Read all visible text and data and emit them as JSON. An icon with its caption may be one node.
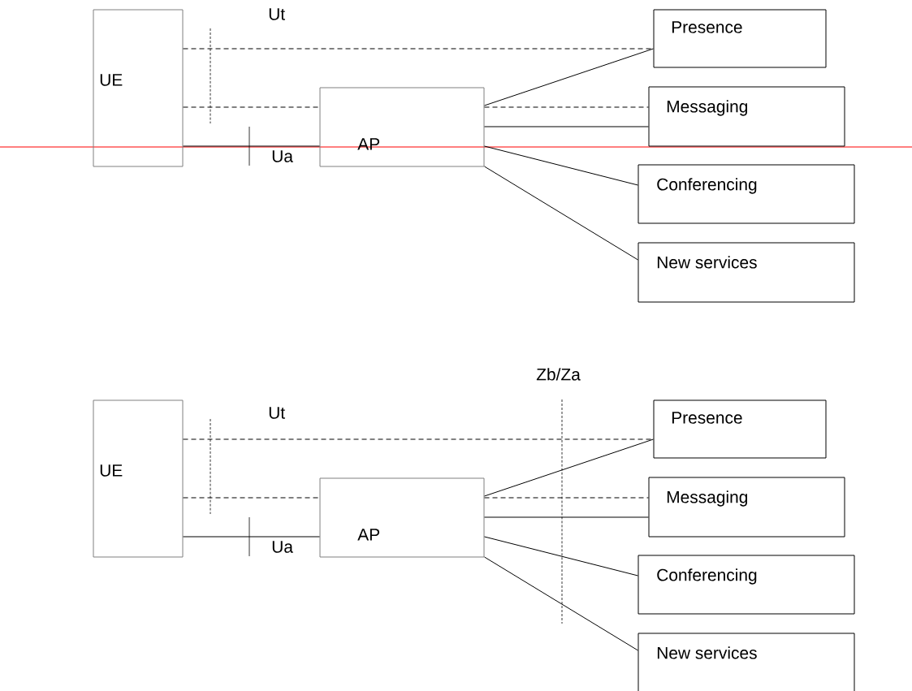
{
  "diagram": {
    "nodes": [
      {
        "text": [
          "UE"
        ]
      },
      {
        "text": [
          "AP"
        ]
      },
      {
        "text": [
          "Presence"
        ]
      },
      {
        "text": [
          "Messaging"
        ]
      },
      {
        "text": [
          "Conferencing"
        ]
      },
      {
        "text": [
          "New services"
        ]
      },
      {
        "text": [
          "UE"
        ]
      },
      {
        "text": [
          "AP"
        ]
      },
      {
        "text": [
          "Presence"
        ]
      },
      {
        "text": [
          "Messaging"
        ]
      },
      {
        "text": [
          "Conferencing"
        ]
      },
      {
        "text": [
          "New services"
        ]
      }
    ],
    "edges": [
      {
        "from": 0,
        "to": 2,
        "arrow": "none",
        "style": "dashed"
      },
      {
        "from": 0,
        "to": 1,
        "arrow": "none",
        "style": "dashed"
      },
      {
        "from": 0,
        "to": 1,
        "arrow": "none"
      },
      {
        "from": 1,
        "to": 2,
        "arrow": "none"
      },
      {
        "from": 1,
        "to": 3,
        "arrow": "none",
        "style": "dashed"
      },
      {
        "from": 1,
        "to": 3,
        "arrow": "none"
      },
      {
        "from": 1,
        "to": 4,
        "arrow": "none"
      },
      {
        "from": 1,
        "to": 5,
        "arrow": "none"
      },
      {
        "from": 6,
        "to": 8,
        "arrow": "none",
        "style": "dashed"
      },
      {
        "from": 6,
        "to": 7,
        "arrow": "none",
        "style": "dashed"
      },
      {
        "from": 6,
        "to": 7,
        "arrow": "none"
      },
      {
        "from": 7,
        "to": 8,
        "arrow": "none"
      },
      {
        "from": 7,
        "to": 9,
        "arrow": "none",
        "style": "dashed"
      },
      {
        "from": 7,
        "to": 9,
        "arrow": "none"
      },
      {
        "from": 7,
        "to": 10,
        "arrow": "none"
      },
      {
        "from": 7,
        "to": 11,
        "arrow": "none"
      }
    ],
    "labels": [
      "Ut",
      "Ua",
      "Zb/Za",
      "Ut",
      "Ua"
    ]
  }
}
